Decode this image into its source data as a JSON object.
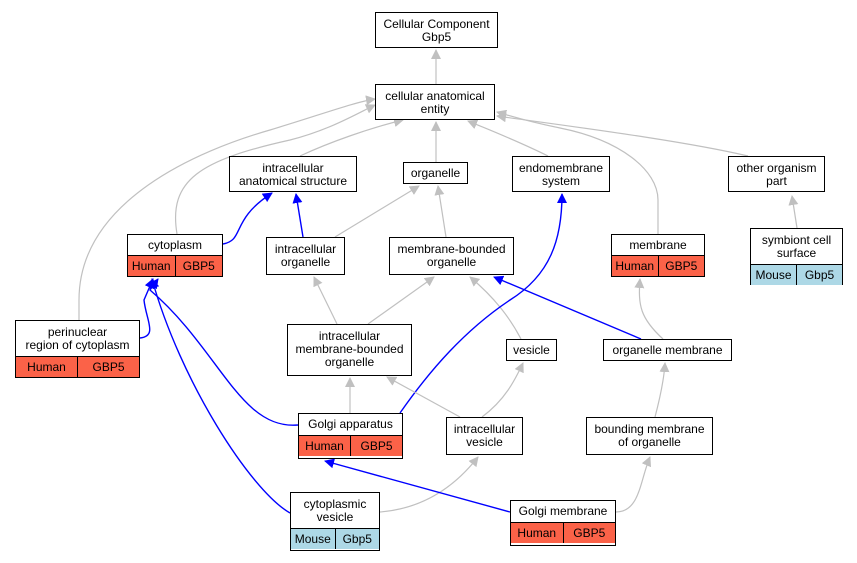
{
  "colors": {
    "is_a_edge": "#c0c0c0",
    "part_of_edge": "#0000ff",
    "human_annotation": "#fb6248",
    "mouse_annotation": "#add8e6"
  },
  "nodes": {
    "root": {
      "label": "Cellular Component\nGbp5"
    },
    "cellular_anatomical_entity": {
      "label": "cellular anatomical\nentity"
    },
    "intracellular_anatomical_structure": {
      "label": "intracellular\nanatomical structure"
    },
    "organelle": {
      "label": "organelle"
    },
    "endomembrane_system": {
      "label": "endomembrane\nsystem"
    },
    "other_organism_part": {
      "label": "other organism\npart"
    },
    "cytoplasm": {
      "label": "cytoplasm",
      "species": "Human",
      "gene": "GBP5"
    },
    "intracellular_organelle": {
      "label": "intracellular\norganelle"
    },
    "membrane_bounded_organelle": {
      "label": "membrane-bounded\norganelle"
    },
    "membrane": {
      "label": "membrane",
      "species": "Human",
      "gene": "GBP5"
    },
    "symbiont_cell_surface": {
      "label": "symbiont cell\nsurface",
      "species": "Mouse",
      "gene": "Gbp5"
    },
    "perinuclear_region": {
      "label": "perinuclear\nregion of cytoplasm",
      "species": "Human",
      "gene": "GBP5"
    },
    "intracellular_membrane_bounded_organelle": {
      "label": "intracellular\nmembrane-bounded\norganelle"
    },
    "vesicle": {
      "label": "vesicle"
    },
    "organelle_membrane": {
      "label": "organelle membrane"
    },
    "golgi_apparatus": {
      "label": "Golgi apparatus",
      "species": "Human",
      "gene": "GBP5"
    },
    "intracellular_vesicle": {
      "label": "intracellular\nvesicle"
    },
    "bounding_membrane": {
      "label": "bounding membrane\nof organelle"
    },
    "cytoplasmic_vesicle": {
      "label": "cytoplasmic\nvesicle",
      "species": "Mouse",
      "gene": "Gbp5"
    },
    "golgi_membrane": {
      "label": "Golgi membrane",
      "species": "Human",
      "gene": "GBP5"
    }
  },
  "edges": [
    {
      "from": "cellular_anatomical_entity",
      "to": "root",
      "type": "is_a"
    },
    {
      "from": "intracellular_anatomical_structure",
      "to": "cellular_anatomical_entity",
      "type": "is_a"
    },
    {
      "from": "organelle",
      "to": "cellular_anatomical_entity",
      "type": "is_a"
    },
    {
      "from": "endomembrane_system",
      "to": "cellular_anatomical_entity",
      "type": "is_a"
    },
    {
      "from": "other_organism_part",
      "to": "cellular_anatomical_entity",
      "type": "is_a"
    },
    {
      "from": "cytoplasm",
      "to": "cellular_anatomical_entity",
      "type": "is_a"
    },
    {
      "from": "membrane",
      "to": "cellular_anatomical_entity",
      "type": "is_a"
    },
    {
      "from": "perinuclear_region",
      "to": "cellular_anatomical_entity",
      "type": "is_a"
    },
    {
      "from": "symbiont_cell_surface",
      "to": "other_organism_part",
      "type": "is_a"
    },
    {
      "from": "cytoplasm",
      "to": "intracellular_anatomical_structure",
      "type": "part_of"
    },
    {
      "from": "intracellular_organelle",
      "to": "intracellular_anatomical_structure",
      "type": "part_of"
    },
    {
      "from": "intracellular_organelle",
      "to": "organelle",
      "type": "is_a"
    },
    {
      "from": "membrane_bounded_organelle",
      "to": "organelle",
      "type": "is_a"
    },
    {
      "from": "perinuclear_region",
      "to": "cytoplasm",
      "type": "part_of"
    },
    {
      "from": "intracellular_membrane_bounded_organelle",
      "to": "intracellular_organelle",
      "type": "is_a"
    },
    {
      "from": "intracellular_membrane_bounded_organelle",
      "to": "membrane_bounded_organelle",
      "type": "is_a"
    },
    {
      "from": "vesicle",
      "to": "membrane_bounded_organelle",
      "type": "is_a"
    },
    {
      "from": "organelle_membrane",
      "to": "membrane_bounded_organelle",
      "type": "part_of"
    },
    {
      "from": "organelle_membrane",
      "to": "membrane",
      "type": "is_a"
    },
    {
      "from": "golgi_apparatus",
      "to": "intracellular_membrane_bounded_organelle",
      "type": "is_a"
    },
    {
      "from": "golgi_apparatus",
      "to": "cytoplasm",
      "type": "part_of"
    },
    {
      "from": "golgi_apparatus",
      "to": "endomembrane_system",
      "type": "part_of"
    },
    {
      "from": "intracellular_vesicle",
      "to": "intracellular_membrane_bounded_organelle",
      "type": "is_a"
    },
    {
      "from": "intracellular_vesicle",
      "to": "vesicle",
      "type": "is_a"
    },
    {
      "from": "bounding_membrane",
      "to": "organelle_membrane",
      "type": "is_a"
    },
    {
      "from": "cytoplasmic_vesicle",
      "to": "intracellular_vesicle",
      "type": "is_a"
    },
    {
      "from": "cytoplasmic_vesicle",
      "to": "cytoplasm",
      "type": "part_of"
    },
    {
      "from": "golgi_membrane",
      "to": "golgi_apparatus",
      "type": "part_of"
    },
    {
      "from": "golgi_membrane",
      "to": "bounding_membrane",
      "type": "is_a"
    }
  ]
}
